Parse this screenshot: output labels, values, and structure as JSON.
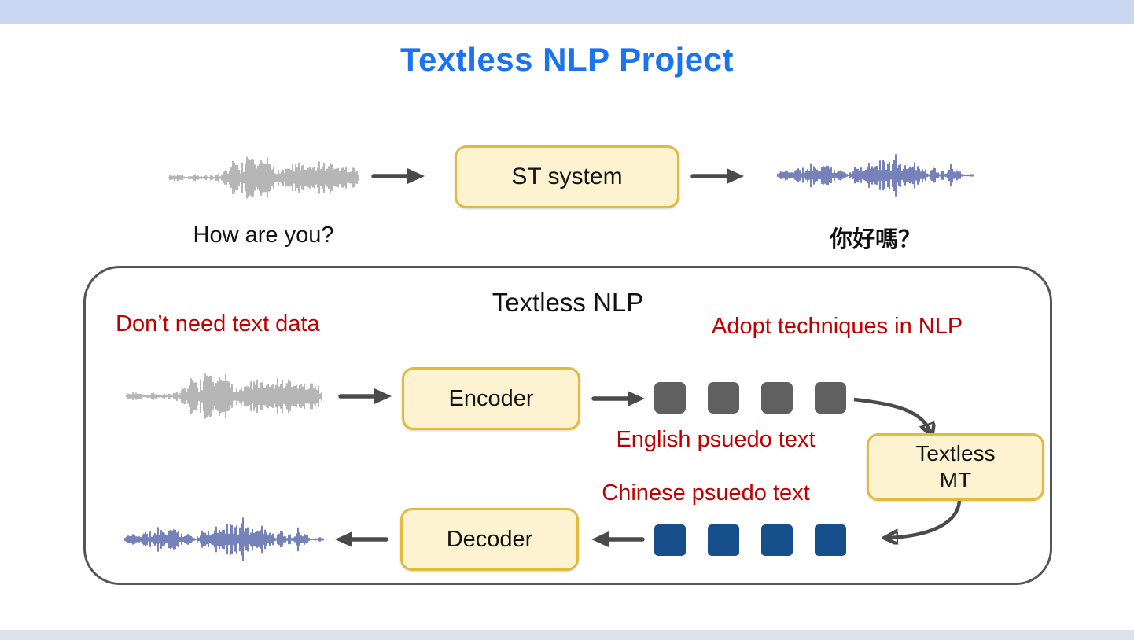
{
  "title": "Textless NLP Project",
  "top_flow": {
    "source_caption": "How are you?",
    "st_system_label": "ST system",
    "target_caption": "你好嗎？"
  },
  "textless_nlp": {
    "heading": "Textless NLP",
    "left_note": "Don’t need text data",
    "right_note": "Adopt techniques in NLP",
    "encoder_label": "Encoder",
    "english_tokens_caption": "English psuedo text",
    "english_token_count": 4,
    "mt_label_line1": "Textless",
    "mt_label_line2": "MT",
    "chinese_tokens_caption": "Chinese psuedo text",
    "chinese_token_count": 4,
    "decoder_label": "Decoder"
  },
  "colors": {
    "band_blue": "#cad7f2",
    "title_blue": "#1a74f0",
    "note_red": "#c00000",
    "box_fill": "#fdf3d1",
    "box_border": "#e3b93e",
    "arrow_gray": "#4a4a4a",
    "token_gray": "#606060",
    "token_blue": "#174e8c",
    "waveform_gray": "#8f8f8f",
    "waveform_blue": "#2c3e94",
    "container_border": "#555555"
  }
}
